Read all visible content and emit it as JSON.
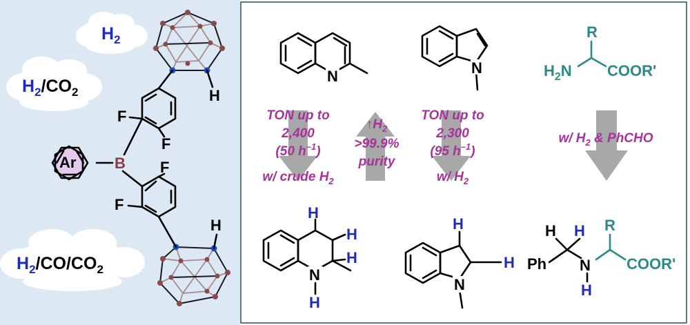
{
  "colors": {
    "left_bg": "#dde8f5",
    "ring_fill": "#bcd6f2",
    "ar_fill": "#e6c9ef",
    "magenta": "#a6339a",
    "teal": "#2a8a86",
    "blue": "#1f2bbf",
    "arrow": "#a8a8a8",
    "boron": "#8a3b44"
  },
  "left": {
    "cloud_h2": "H",
    "cloud_h2_sub": "2",
    "cloud_h2co2_a": "H",
    "cloud_h2co2_sub": "2",
    "cloud_h2co2_b": "/CO",
    "cloud_h2co2_sub2": "2",
    "cloud_mix_a": "H",
    "cloud_mix_sub": "2",
    "cloud_mix_b": "/CO/CO",
    "cloud_mix_sub2": "2",
    "atom_ar": "Ar",
    "atom_b": "B",
    "atom_f1": "F",
    "atom_f2": "F",
    "atom_f3": "F",
    "atom_f4": "F",
    "atom_h_top": "H",
    "atom_h_bottom": "H"
  },
  "quinoline": {
    "atom_n": "N",
    "label_line1": "TON up to",
    "label_line2": "2,400",
    "label_line3": "(50 h",
    "label_line3_sup": "–1",
    "label_line3_end": ")",
    "label_line4": "w/ crude H",
    "label_line4_sub": "2"
  },
  "h2_purity": {
    "line1_arrow": "↑H",
    "line1_sub": "2",
    "line2": ">99.9%",
    "line3": "purity"
  },
  "indole": {
    "atom_n": "N",
    "label_line1": "TON up to",
    "label_line2": "2,300",
    "label_line3": "(95 h",
    "label_line3_sup": "–1",
    "label_line3_end": ")",
    "label_line4": "w/ H",
    "label_line4_sub": "2"
  },
  "amino": {
    "atom_r": "R",
    "atom_h2n": "H",
    "atom_h2n_sub": "2",
    "atom_h2n_end": "N",
    "atom_coor": "COOR'",
    "label_a": "w/ H",
    "label_sub": "2",
    "label_b": " & PhCHO"
  },
  "thq": {
    "atom_n": "N",
    "atom_h_n": "H",
    "atom_h1": "H",
    "atom_h2": "H",
    "atom_h3": "H"
  },
  "indoline": {
    "atom_n": "N",
    "atom_h1": "H",
    "atom_h2": "H"
  },
  "product": {
    "atom_h1": "H",
    "atom_h2": "H",
    "atom_r": "R",
    "atom_ph": "Ph",
    "atom_n": "N",
    "atom_h_n": "H",
    "atom_coor": "COOR'"
  }
}
